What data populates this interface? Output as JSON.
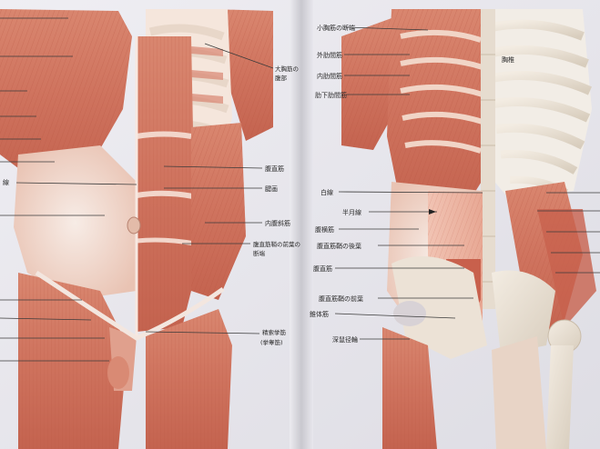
{
  "photo": {
    "left_page_labels": [
      {
        "id": "ext-left-1",
        "text": ""
      },
      {
        "id": "serratus",
        "text": "大胸筋の\n腹部"
      },
      {
        "id": "rectus-sheath",
        "text": "腹直筋"
      },
      {
        "id": "linea",
        "text": "腱画"
      },
      {
        "id": "internal-oblique",
        "text": "内腹斜筋"
      },
      {
        "id": "posterior-sheath",
        "text": "腹直筋鞘の前葉の\n断端"
      },
      {
        "id": "inguinal",
        "text": "精索挙筋\n(挙睾筋)"
      },
      {
        "id": "left-edge",
        "text": "線"
      }
    ],
    "right_page_labels": [
      {
        "id": "small-pec",
        "text": "小胸筋の断端"
      },
      {
        "id": "ext-oblique",
        "text": "外肋間筋"
      },
      {
        "id": "int-oblique",
        "text": "内肋間筋"
      },
      {
        "id": "transv-ab",
        "text": "肋下肋間筋"
      },
      {
        "id": "spine-label",
        "text": "胸椎"
      },
      {
        "id": "white-line",
        "text": "白線"
      },
      {
        "id": "semilunar",
        "text": "半月線"
      },
      {
        "id": "transverse",
        "text": "腹横筋"
      },
      {
        "id": "post-sheath",
        "text": "腹直筋鞘の後葉"
      },
      {
        "id": "rectus",
        "text": "腹直筋"
      },
      {
        "id": "ant-sheath",
        "text": "腹直筋鞘の前葉"
      },
      {
        "id": "pyramidal",
        "text": "錐体筋"
      },
      {
        "id": "deep-ring",
        "text": "深鼠径輪"
      }
    ]
  }
}
